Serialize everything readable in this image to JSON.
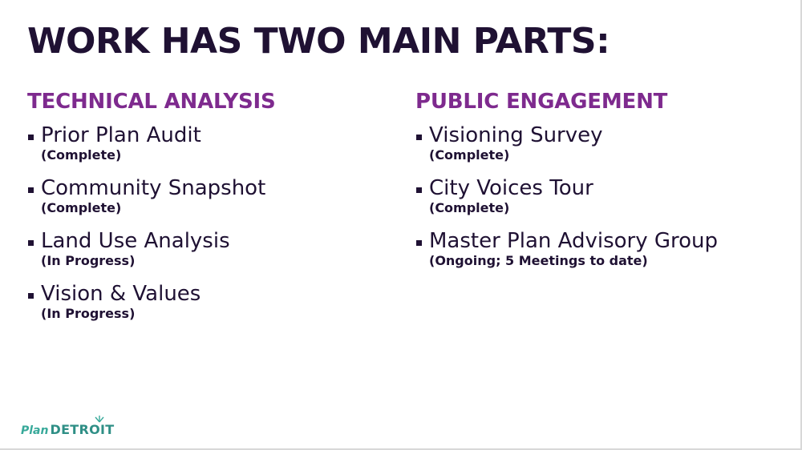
{
  "slide": {
    "title": "WORK HAS TWO MAIN PARTS:"
  },
  "left": {
    "heading": "TECHNICAL ANALYSIS",
    "items": [
      {
        "label": "Prior Plan Audit",
        "status": "(Complete)"
      },
      {
        "label": "Community Snapshot",
        "status": "(Complete)"
      },
      {
        "label": "Land Use Analysis",
        "status": "(In Progress)"
      },
      {
        "label": "Vision & Values",
        "status": "(In Progress)"
      }
    ]
  },
  "right": {
    "heading": "PUBLIC ENGAGEMENT",
    "items": [
      {
        "label": "Visioning Survey",
        "status": "(Complete)"
      },
      {
        "label": "City Voices Tour",
        "status": "(Complete)"
      },
      {
        "label": "Master Plan Advisory Group",
        "status": "(Ongoing; 5 Meetings to date)"
      }
    ]
  },
  "logo": {
    "plan": "Plan",
    "detroit": "DETROIT"
  },
  "colors": {
    "title": "#1f1133",
    "heading": "#7e2a8e",
    "logo": "#38a99a"
  }
}
